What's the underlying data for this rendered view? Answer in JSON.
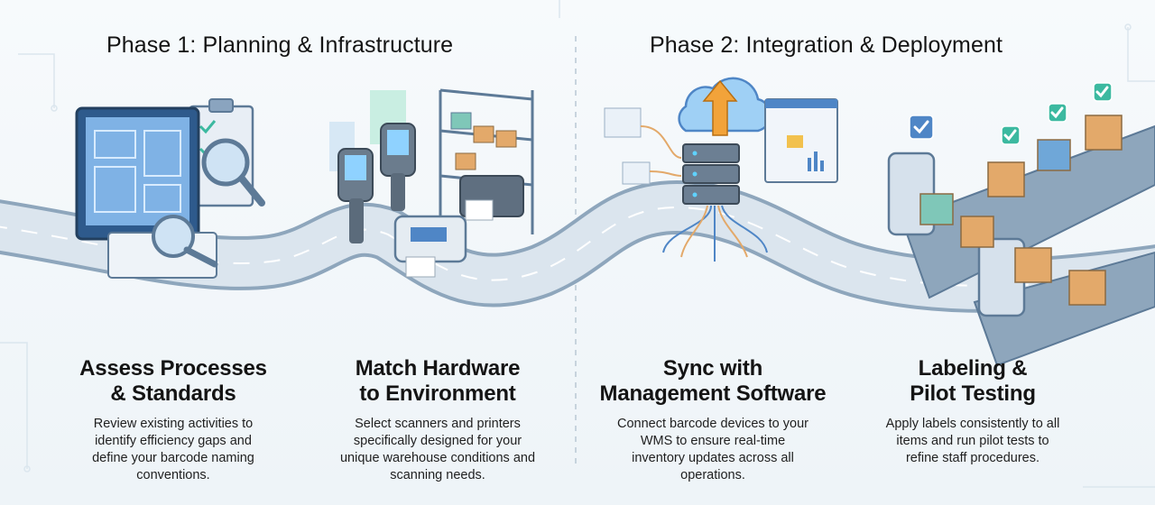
{
  "phases": [
    {
      "title": "Phase 1: Planning & Infrastructure"
    },
    {
      "title": "Phase 2: Integration & Deployment"
    }
  ],
  "steps": [
    {
      "title_line1": "Assess Processes",
      "title_line2": "& Standards",
      "description": "Review existing activities to identify efficiency gaps and define your barcode naming conventions.",
      "icon": "blueprint-monitor-icon"
    },
    {
      "title_line1": "Match Hardware",
      "title_line2": "to Environment",
      "description": "Select scanners and printers specifically designed for your unique warehouse conditions and scanning needs.",
      "icon": "scanner-printer-icon"
    },
    {
      "title_line1": "Sync with",
      "title_line2": "Management Software",
      "description": "Connect barcode devices to your WMS to ensure real-time inventory updates across all operations.",
      "icon": "cloud-server-icon"
    },
    {
      "title_line1": "Labeling &",
      "title_line2": "Pilot Testing",
      "description": "Apply labels consistently to all items and run pilot tests to refine staff procedures.",
      "icon": "conveyor-boxes-icon"
    }
  ],
  "colors": {
    "road": "#c7d5e2",
    "road_edge": "#8ea6bc",
    "accent_blue": "#4f86c6",
    "box": "#e3a96a",
    "check": "#3cb9a0",
    "text": "#141414"
  }
}
